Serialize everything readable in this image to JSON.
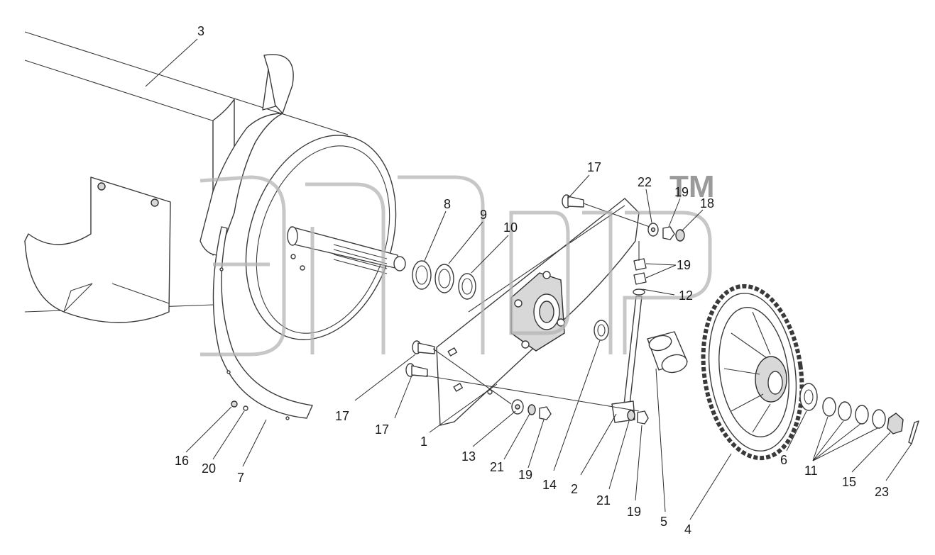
{
  "callouts": {
    "c1": "1",
    "c2": "2",
    "c3": "3",
    "c4": "4",
    "c5": "5",
    "c6": "6",
    "c7": "7",
    "c8": "8",
    "c9": "9",
    "c10": "10",
    "c11": "11",
    "c12": "12",
    "c13": "13",
    "c14": "14",
    "c15": "15",
    "c16": "16",
    "c17a": "17",
    "c17b": "17",
    "c17c": "17",
    "c18": "18",
    "c19a": "19",
    "c19b": "19",
    "c19c": "19",
    "c19d": "19",
    "c20": "20",
    "c21a": "21",
    "c21b": "21",
    "c22": "22",
    "c23": "23"
  },
  "watermark": {
    "mark": "TM"
  },
  "colors": {
    "line": "#3a3a3a",
    "watermark": "#b4b4b4",
    "background": "#ffffff"
  }
}
